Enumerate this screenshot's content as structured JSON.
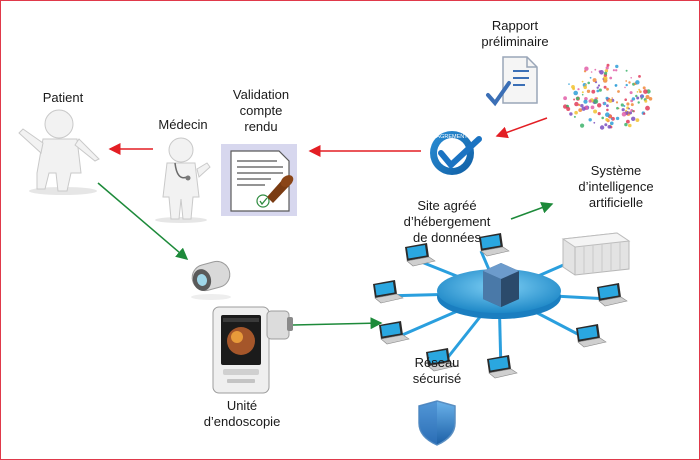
{
  "labels": {
    "patient": "Patient",
    "medecin": "Médecin",
    "validation": [
      "Validation",
      "compte",
      "rendu"
    ],
    "rapport": [
      "Rapport",
      "préliminaire"
    ],
    "site": [
      "Site agréé",
      "d’hébergement",
      "de données"
    ],
    "systeme": [
      "Système",
      "d’intelligence",
      "artificielle"
    ],
    "reseau": [
      "Réseau",
      "sécurisé"
    ],
    "unite": [
      "Unité",
      "d’endoscopie"
    ],
    "agrement_badge": "AGREMENT"
  },
  "arrow_colors": {
    "red": "#e31e24",
    "green": "#1d8a3a"
  },
  "icons": [
    "person-figure",
    "doctor-figure",
    "document-stamp",
    "report-check-icon",
    "brain-network",
    "approval-badge",
    "server-network",
    "laptop",
    "server-rack",
    "shield-icon",
    "endoscopy-unit",
    "capsule-camera"
  ]
}
